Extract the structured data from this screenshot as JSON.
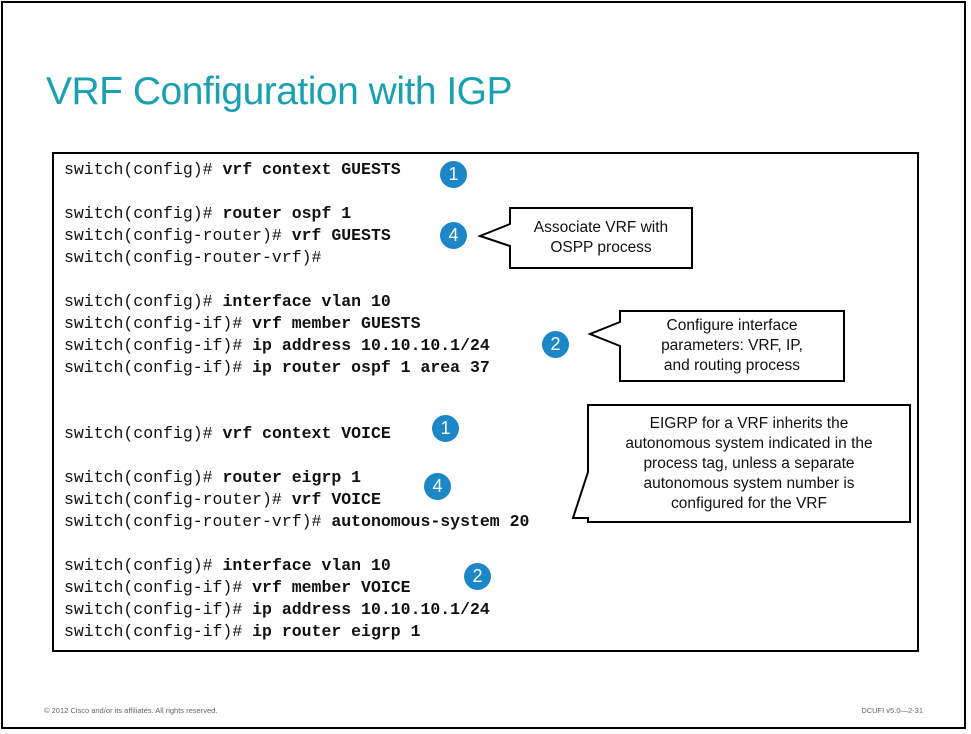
{
  "title": "VRF Configuration with IGP",
  "code_lines": [
    {
      "prompt": "switch(config)# ",
      "command": "vrf context GUESTS"
    },
    {
      "prompt": "switch(config)# ",
      "command": "router ospf 1"
    },
    {
      "prompt": "switch(config-router)# ",
      "command": "vrf GUESTS"
    },
    {
      "prompt": "switch(config-router-vrf)#",
      "command": ""
    },
    {
      "prompt": "switch(config)# ",
      "command": "interface vlan 10"
    },
    {
      "prompt": "switch(config-if)# ",
      "command": "vrf member GUESTS"
    },
    {
      "prompt": "switch(config-if)# ",
      "command": "ip address 10.10.10.1/24"
    },
    {
      "prompt": "switch(config-if)# ",
      "command": "ip router ospf 1 area 37"
    },
    {
      "prompt": "switch(config)# ",
      "command": "vrf context VOICE"
    },
    {
      "prompt": "switch(config)# ",
      "command": "router eigrp 1"
    },
    {
      "prompt": "switch(config-router)# ",
      "command": "vrf VOICE"
    },
    {
      "prompt": "switch(config-router-vrf)# ",
      "command": "autonomous-system 20"
    },
    {
      "prompt": "switch(config)# ",
      "command": "interface vlan 10"
    },
    {
      "prompt": "switch(config-if)# ",
      "command": "vrf member VOICE"
    },
    {
      "prompt": "switch(config-if)# ",
      "command": "ip address 10.10.10.1/24"
    },
    {
      "prompt": "switch(config-if)# ",
      "command": "ip router eigrp 1"
    }
  ],
  "badges": [
    "1",
    "4",
    "2",
    "1",
    "4",
    "2"
  ],
  "callouts": {
    "associate_line1": "Associate VRF with",
    "associate_line2": "OSPP process",
    "interface_line1": "Configure interface",
    "interface_line2": "parameters: VRF, IP,",
    "interface_line3": "and routing process",
    "eigrp_line1": "EIGRP for a VRF inherits the",
    "eigrp_line2": "autonomous system indicated in the",
    "eigrp_line3": "process tag, unless a separate",
    "eigrp_line4": "autonomous system number is",
    "eigrp_line5": "configured for the VRF"
  },
  "footer": {
    "copyright": "© 2012 Cisco and/or its affiliates. All rights reserved.",
    "course_id": "DCUFI v5.0—2-31"
  },
  "colors": {
    "title": "#1ba0b0",
    "badge": "#1c86c6"
  }
}
